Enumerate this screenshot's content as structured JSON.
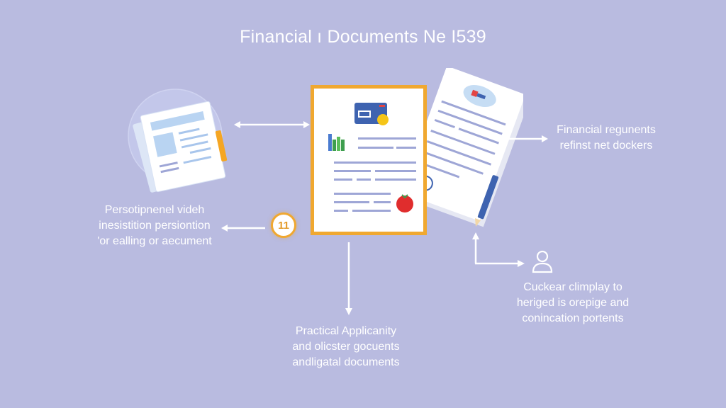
{
  "title": "Financial ı Documents Ne I539",
  "colors": {
    "background": "#B9BBE0",
    "accent_orange": "#F0A830",
    "text": "#FFFFFF",
    "line_blue": "#9EA6D6"
  },
  "nodes": {
    "left_icon": {
      "name": "document-stack-icon"
    },
    "center_document": {
      "name": "financial-document",
      "icons": [
        "card-icon",
        "bar-chart-icon",
        "tomato-icon"
      ]
    },
    "right_document": {
      "name": "signed-document",
      "icons": [
        "seal-icon",
        "pen-icon"
      ]
    },
    "person_icon": {
      "name": "person-icon"
    },
    "badge": {
      "value": "11"
    }
  },
  "labels": {
    "left": [
      "Persotipnenel videh",
      "inesistition persiontion",
      "'or ealling or aecument"
    ],
    "right_top": [
      "Financial regunents",
      "refinst net dockers"
    ],
    "right_bottom": [
      "Cuckear climplay to",
      "heriged is orepige and",
      "conincation portents"
    ],
    "bottom": [
      "Practical Applicanity",
      "and olicster gocuents",
      "andligatal documents"
    ]
  }
}
